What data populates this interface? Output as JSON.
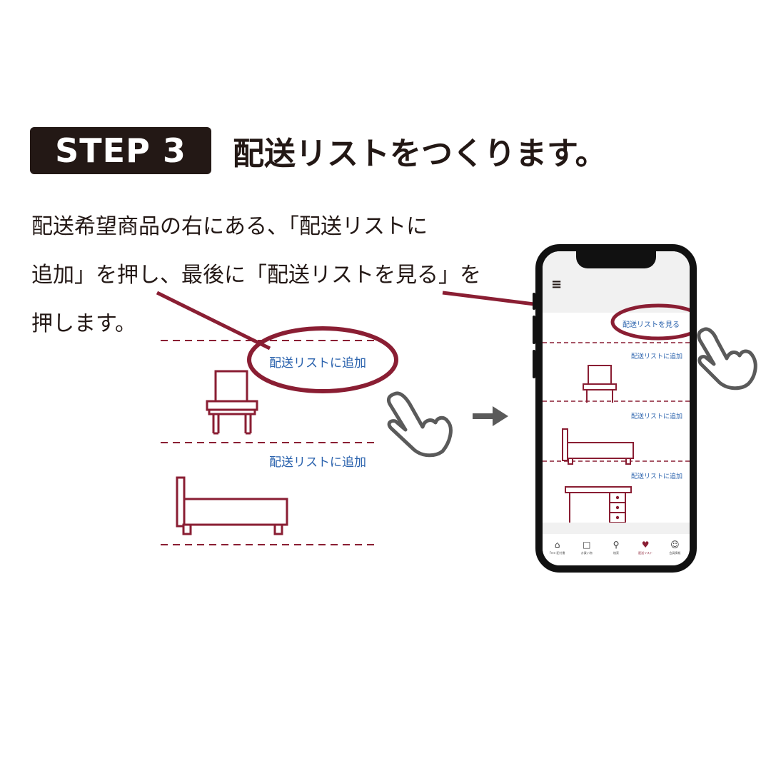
{
  "step": {
    "badge": "STEP 3",
    "title": "配送リストをつくります。"
  },
  "instruction": {
    "lines": [
      "配送希望商品の右にある、「配送リストに",
      "追加」を押し、最後に「配送リストを見る」を",
      "押します。"
    ]
  },
  "illustration": {
    "add_to_list_label_1": "配送リストに追加",
    "add_to_list_label_2": "配送リストに追加"
  },
  "phone": {
    "view_list_link": "配送リストを見る",
    "items": [
      {
        "add_label": "配送リストに追加",
        "icon": "chair-icon"
      },
      {
        "add_label": "配送リストに追加",
        "icon": "bed-icon"
      },
      {
        "add_label": "配送リストに追加",
        "icon": "desk-icon"
      }
    ],
    "tabs": [
      {
        "label": "Free 配付書",
        "icon": "home-icon"
      },
      {
        "label": "お買い物",
        "icon": "bag-icon"
      },
      {
        "label": "検索",
        "icon": "search-icon"
      },
      {
        "label": "配送リスト",
        "icon": "heart-icon",
        "active": true
      },
      {
        "label": "会員情報",
        "icon": "account-icon"
      }
    ]
  },
  "colors": {
    "accent": "#8a1e33",
    "link": "#2a62ad",
    "dark": "#231815",
    "gray": "#5a5a5a"
  }
}
